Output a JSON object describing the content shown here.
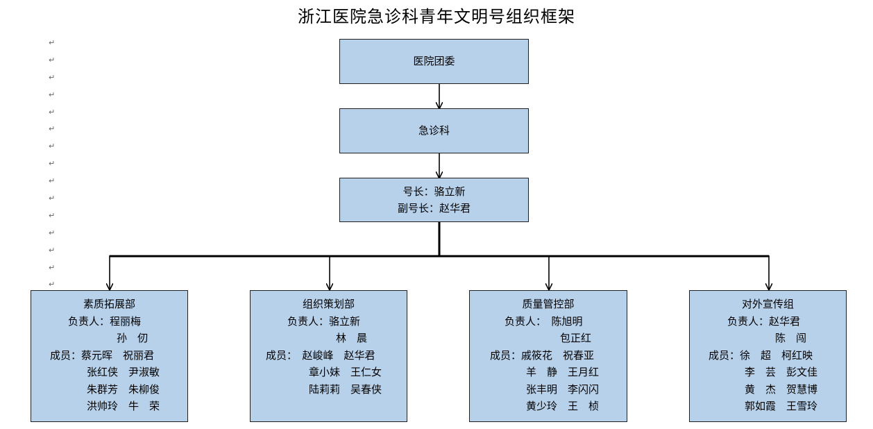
{
  "title": "浙江医院急诊科青年文明号组织框架",
  "mark_glyph": "↵",
  "top_boxes": [
    {
      "lines": [
        "医院团委"
      ]
    },
    {
      "lines": [
        "急诊科"
      ]
    },
    {
      "lines": [
        "号长：骆立新",
        "副号长：赵华君"
      ]
    }
  ],
  "departments": [
    {
      "name": "素质拓展部",
      "rows": [
        "负责人：程丽梅",
        "孙　仞",
        "成员：蔡元晖　祝丽君",
        "张红侠　尹淑敏",
        "朱群芳　朱柳俊",
        "洪帅玲　牛　荣"
      ]
    },
    {
      "name": "组织策划部",
      "rows": [
        "负责人：骆立新",
        "林　晨",
        "成员：　赵峻峰　赵华君",
        "章小妹　王仁女",
        "陆莉莉　吴春侠"
      ]
    },
    {
      "name": "质量管控部",
      "rows": [
        "负责人：　陈旭明",
        "包正红",
        "成员：戚筱花　祝春亚",
        "羊　静　王月红",
        "张丰明　李闪闪",
        "黄少玲　王　桢"
      ]
    },
    {
      "name": "对外宣传组",
      "rows": [
        "负责人：赵华君",
        "陈　闯",
        "成员：徐　超　柯红映",
        "李　芸　彭文佳",
        "黄　杰　贺慧博",
        "郭如霞　王雪玲"
      ]
    }
  ]
}
